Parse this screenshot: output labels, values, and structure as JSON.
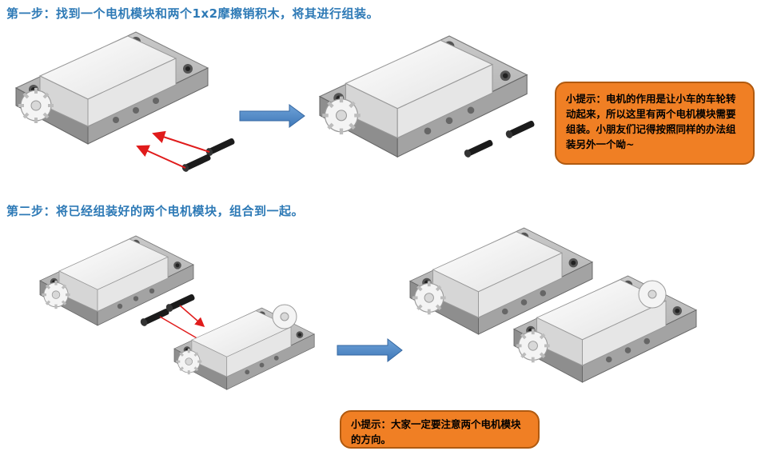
{
  "steps": [
    {
      "title": "第一步：找到一个电机模块和两个1x2摩擦销积木，将其进行组装。"
    },
    {
      "title": "第二步：将已经组装好的两个电机模块，组合到一起。"
    }
  ],
  "tips": [
    {
      "text": "小提示：电机的作用是让小车的车轮转动起来，所以这里有两个电机模块需要组装。小朋友们记得按照同样的办法组装另外一个呦~"
    },
    {
      "text": "小提示：大家一定要注意两个电机模块的方向。"
    }
  ],
  "colors": {
    "title": "#2e7ab6",
    "tip_fill": "#f07f24",
    "arrow_blue": "#4a86c6",
    "guide_red": "#e01b1b",
    "frame_gray": "#9a9a9a",
    "motor_white": "#eeeeee"
  }
}
